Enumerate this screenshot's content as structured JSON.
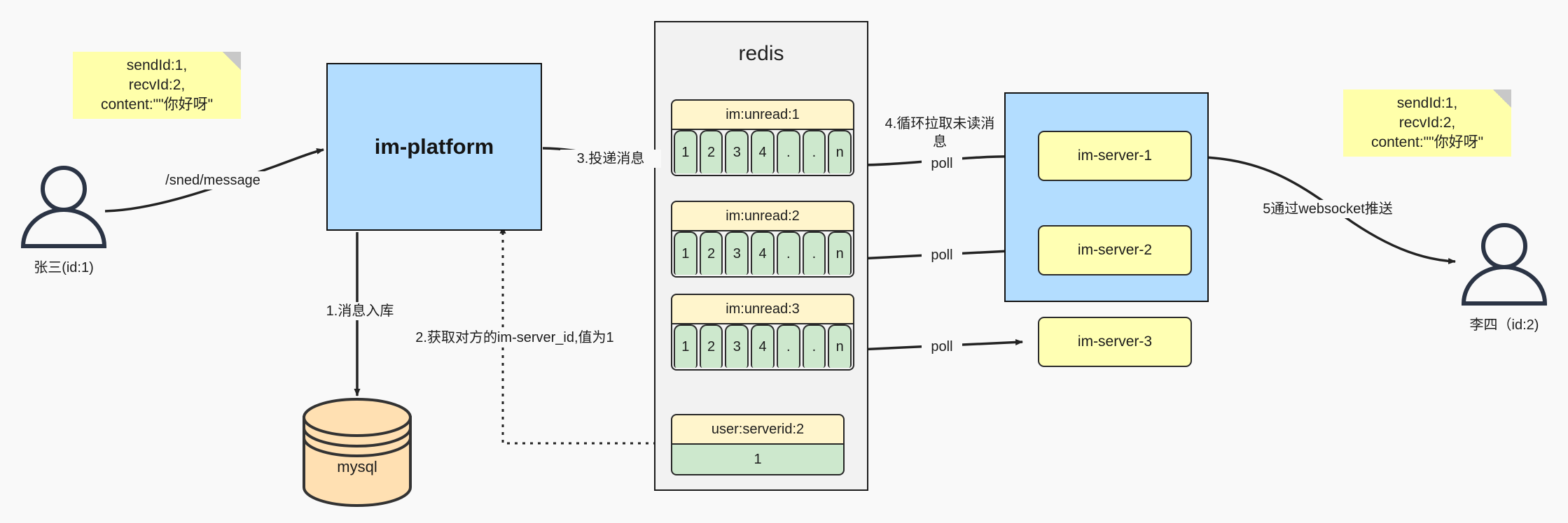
{
  "diagram": {
    "title": "IM message delivery architecture",
    "background": "#f9f9f9"
  },
  "notes": [
    {
      "name": "note-left",
      "text": "sendId:1,\nrecvId:2,\ncontent:\"\"你好呀\"",
      "color": "#ffffaa"
    },
    {
      "name": "note-right",
      "text": "sendId:1,\nrecvId:2,\ncontent:\"\"你好呀\"",
      "color": "#ffffaa"
    }
  ],
  "actors": [
    {
      "name": "actor-zhangsan",
      "label": "张三(id:1)"
    },
    {
      "name": "actor-lisi",
      "label": "李四（id:2)"
    }
  ],
  "platform": {
    "label": "im-platform",
    "fill": "#b3ddff"
  },
  "database": {
    "label": "mysql",
    "fill": "#ffe0b2"
  },
  "redis": {
    "title": "redis",
    "fill": "#f2f2f2",
    "lists": [
      {
        "key": "im:unread:1",
        "cells": [
          "1",
          "2",
          "3",
          "4",
          ".",
          ".",
          "n"
        ]
      },
      {
        "key": "im:unread:2",
        "cells": [
          "1",
          "2",
          "3",
          "4",
          ".",
          ".",
          "n"
        ]
      },
      {
        "key": "im:unread:3",
        "cells": [
          "1",
          "2",
          "3",
          "4",
          ".",
          ".",
          "n"
        ]
      }
    ],
    "kv": {
      "key": "user:serverid:2",
      "value": "1"
    }
  },
  "server_cluster": {
    "fill": "#b3ddff",
    "servers": [
      {
        "label": "im-server-1"
      },
      {
        "label": "im-server-2"
      },
      {
        "label": "im-server-3"
      }
    ]
  },
  "edges": {
    "send_message": "/sned/message",
    "step1": "1.消息入库",
    "step2": "2.获取对方的im-server_id,值为1",
    "step3": "3.投递消息",
    "step4": "4.循环拉取未读消\n息",
    "poll1": "poll",
    "poll2": "poll",
    "poll3": "poll",
    "step5": "5通过websocket推送"
  }
}
